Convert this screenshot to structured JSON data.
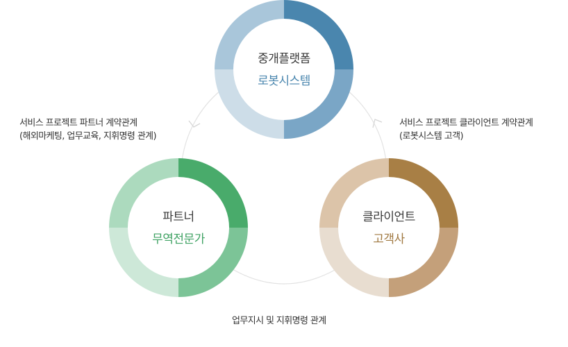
{
  "nodes": {
    "platform": {
      "title": "중개플랫폼",
      "subtitle": "로봇시스템",
      "colors": [
        "#4a86ae",
        "#7aa6c6",
        "#cddde8",
        "#a9c6da"
      ],
      "accent": "#4a86ae"
    },
    "partner": {
      "title": "파트너",
      "subtitle": "무역전문가",
      "colors": [
        "#49ab6b",
        "#7cc497",
        "#cde8d8",
        "#acdabe"
      ],
      "accent": "#3fa263"
    },
    "client": {
      "title": "클라이언트",
      "subtitle": "고객사",
      "colors": [
        "#a87f45",
        "#c4a07a",
        "#e8ddd0",
        "#dcc4a9"
      ],
      "accent": "#a07840"
    }
  },
  "relations": {
    "platform_partner": [
      "서비스 프로젝트 파트너 계약관계",
      "(해외마케팅, 업무교육, 지휘명령 관계)"
    ],
    "platform_client": [
      "서비스 프로젝트 클라이언트 계약관계",
      "(로봇시스템 고객)"
    ],
    "partner_client": "업무지시 및 지휘명령 관계"
  }
}
